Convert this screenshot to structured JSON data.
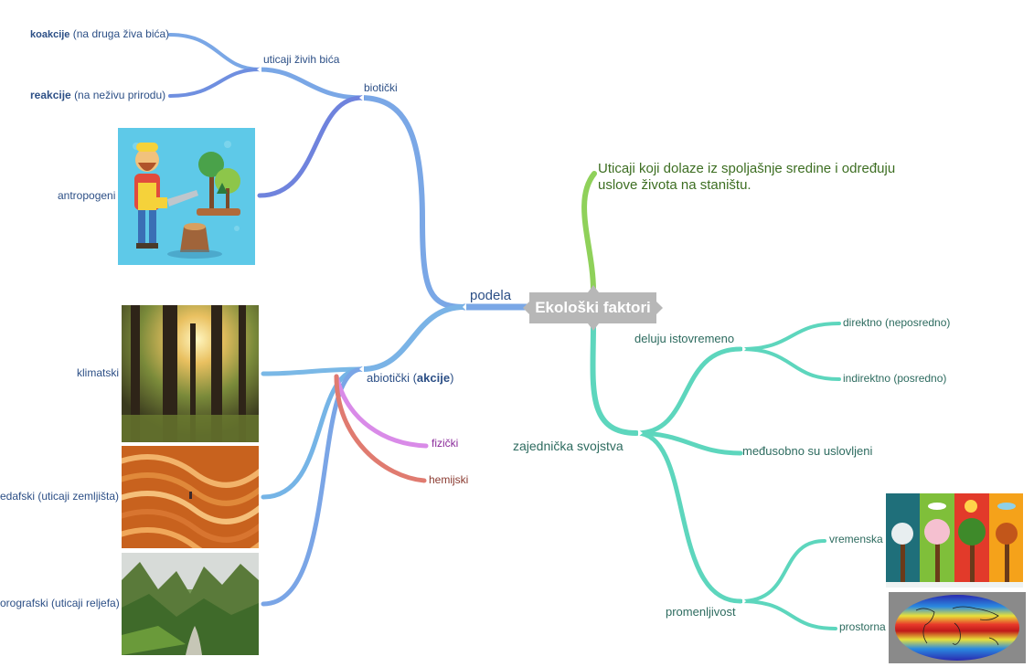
{
  "central": "Ekološki faktori",
  "definition": {
    "line1": "Uticaji koji dolaze iz spoljašnje sredine i određuju",
    "line2": "uslove života na staništu."
  },
  "branches": {
    "podela": "podela",
    "bioticki": "biotički",
    "uticaji_zivih": "uticaji živih bića",
    "koakcije_bold": "koakcije",
    "koakcije_rest": "(na druga živa bića)",
    "reakcije_bold": "reakcije",
    "reakcije_rest": "(na neživu prirodu)",
    "antropogeni": "antropogeni",
    "abioticki_pre": "abiotički (",
    "abioticki_bold": "akcije",
    "abioticki_post": ")",
    "klimatski": "klimatski",
    "edafski": "edafski (uticaji zemljišta)",
    "orografski": "orografski (uticaji reljefa)",
    "fizicki": "fizički",
    "hemijski": "hemijski",
    "zajednicka": "zajednička svojstva",
    "deluju": "deluju istovremeno",
    "direktno": "direktno (neposredno)",
    "indirektno": "indirektno (posredno)",
    "medjusobno": "međusobno su uslovljeni",
    "promenljivost": "promenljivost",
    "vremenska": "vremenska",
    "prostorna": "prostorna"
  },
  "colors": {
    "blue_branch": "#7aa7e6",
    "teal_branch": "#5dd6bd",
    "green_branch": "#8fd15a",
    "purple_branch": "#d98be8",
    "red_branch": "#e07b70",
    "central_fill": "#b7b7b7"
  }
}
